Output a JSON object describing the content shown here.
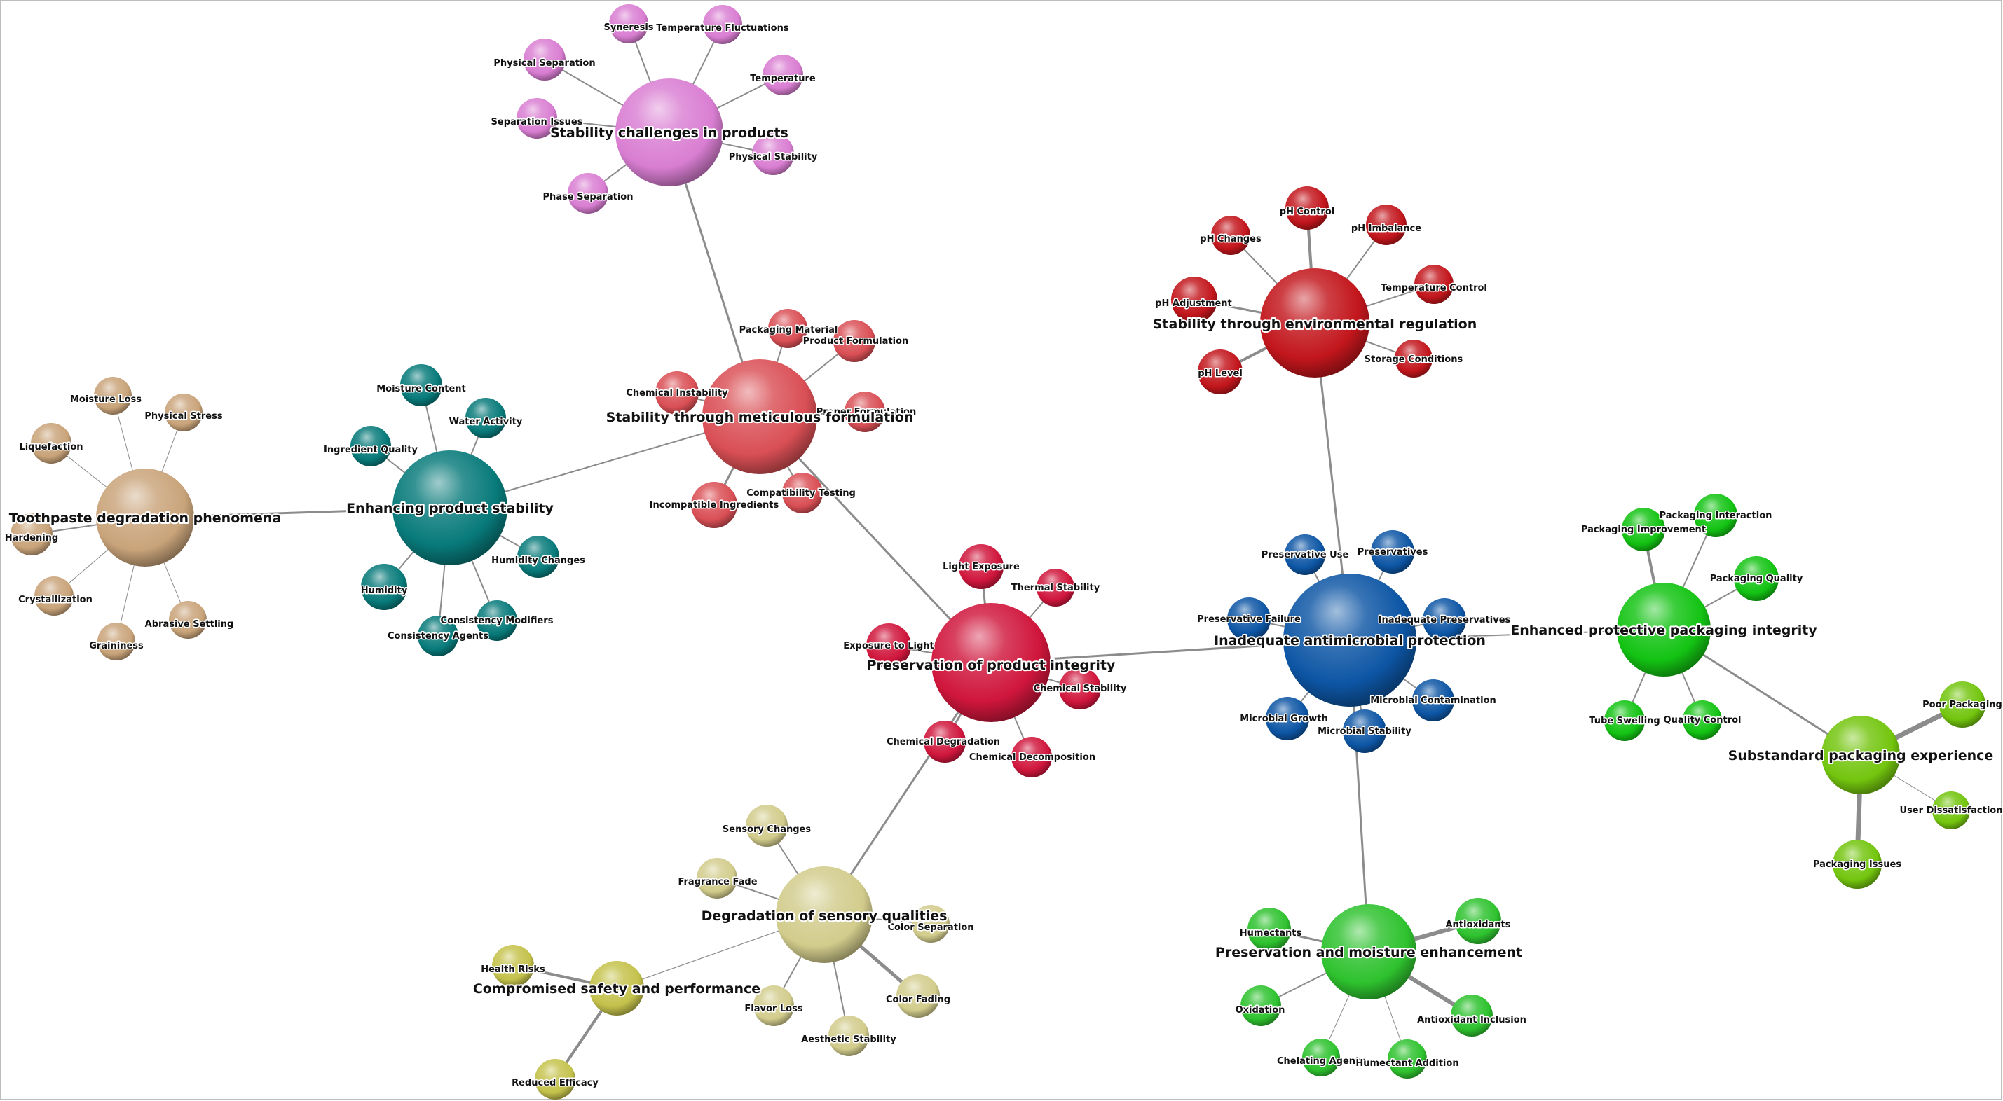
{
  "colors": {
    "brown": "#c9a47a",
    "teal": "#087a7a",
    "salmon": "#d94f55",
    "pink": "#d97ed2",
    "crimson": "#d0163c",
    "darkred": "#c2161c",
    "blue": "#0d56a5",
    "green": "#13c313",
    "lime": "#73c50e",
    "medgreen": "#2ec22e",
    "khaki": "#d2cc8c",
    "olive": "#c4c24c"
  },
  "clusters": [
    {
      "id": "toothpaste",
      "label": "Toothpaste degradation phenomena",
      "color": "brown",
      "leaves": [
        "Moisture Loss",
        "Physical Stress",
        "Liquefaction",
        "Hardening",
        "Crystallization",
        "Graininess",
        "Abrasive Settling"
      ]
    },
    {
      "id": "enhancing",
      "label": "Enhancing product stability",
      "color": "teal",
      "leaves": [
        "Moisture Content",
        "Water Activity",
        "Ingredient Quality",
        "Humidity Changes",
        "Humidity",
        "Consistency Modifiers",
        "Consistency Agents"
      ]
    },
    {
      "id": "meticulous",
      "label": "Stability through meticulous formulation",
      "color": "salmon",
      "leaves": [
        "Packaging Material",
        "Product Formulation",
        "Chemical Instability",
        "Proper Formulation",
        "Compatibility Testing",
        "Incompatible Ingredients"
      ]
    },
    {
      "id": "challenges",
      "label": "Stability challenges in products",
      "color": "pink",
      "leaves": [
        "Syneresis",
        "Temperature Fluctuations",
        "Physical Separation",
        "Temperature",
        "Separation Issues",
        "Physical Stability",
        "Phase Separation"
      ]
    },
    {
      "id": "preservation",
      "label": "Preservation of product integrity",
      "color": "crimson",
      "leaves": [
        "Light Exposure",
        "Thermal Stability",
        "Exposure to Light",
        "Chemical Stability",
        "Chemical Degradation",
        "Chemical Decomposition"
      ]
    },
    {
      "id": "environmental",
      "label": "Stability through environmental regulation",
      "color": "darkred",
      "leaves": [
        "pH Control",
        "pH Changes",
        "pH Imbalance",
        "Temperature Control",
        "pH Adjustment",
        "pH Level",
        "Storage Conditions"
      ]
    },
    {
      "id": "antimicrobial",
      "label": "Inadequate antimicrobial protection",
      "color": "blue",
      "leaves": [
        "Preservative Use",
        "Preservatives",
        "Preservative Failure",
        "Inadequate Preservatives",
        "Microbial Growth",
        "Microbial Contamination",
        "Microbial Stability"
      ]
    },
    {
      "id": "packaging",
      "label": "Enhanced protective packaging integrity",
      "color": "green",
      "leaves": [
        "Packaging Improvement",
        "Packaging Interaction",
        "Packaging Quality",
        "Tube Swelling",
        "Quality Control"
      ]
    },
    {
      "id": "substandard",
      "label": "Substandard packaging experience",
      "color": "lime",
      "leaves": [
        "Poor Packaging",
        "User Dissatisfaction",
        "Packaging Issues"
      ]
    },
    {
      "id": "moisture",
      "label": "Preservation and moisture enhancement",
      "color": "medgreen",
      "leaves": [
        "Humectants",
        "Antioxidants",
        "Oxidation",
        "Antioxidant Inclusion",
        "Chelating Agents",
        "Humectant Addition"
      ]
    },
    {
      "id": "sensory",
      "label": "Degradation of sensory qualities",
      "color": "khaki",
      "leaves": [
        "Sensory Changes",
        "Fragrance Fade",
        "Color Separation",
        "Color Fading",
        "Flavor Loss",
        "Aesthetic Stability"
      ]
    },
    {
      "id": "safety",
      "label": "Compromised safety and performance",
      "color": "olive",
      "leaves": [
        "Health Risks",
        "Reduced Efficacy"
      ]
    }
  ],
  "links": [
    [
      "toothpaste",
      "enhancing"
    ],
    [
      "enhancing",
      "meticulous"
    ],
    [
      "meticulous",
      "challenges"
    ],
    [
      "meticulous",
      "preservation"
    ],
    [
      "preservation",
      "antimicrobial"
    ],
    [
      "preservation",
      "sensory"
    ],
    [
      "antimicrobial",
      "environmental"
    ],
    [
      "antimicrobial",
      "packaging"
    ],
    [
      "antimicrobial",
      "moisture"
    ],
    [
      "packaging",
      "substandard"
    ],
    [
      "sensory",
      "safety"
    ]
  ]
}
